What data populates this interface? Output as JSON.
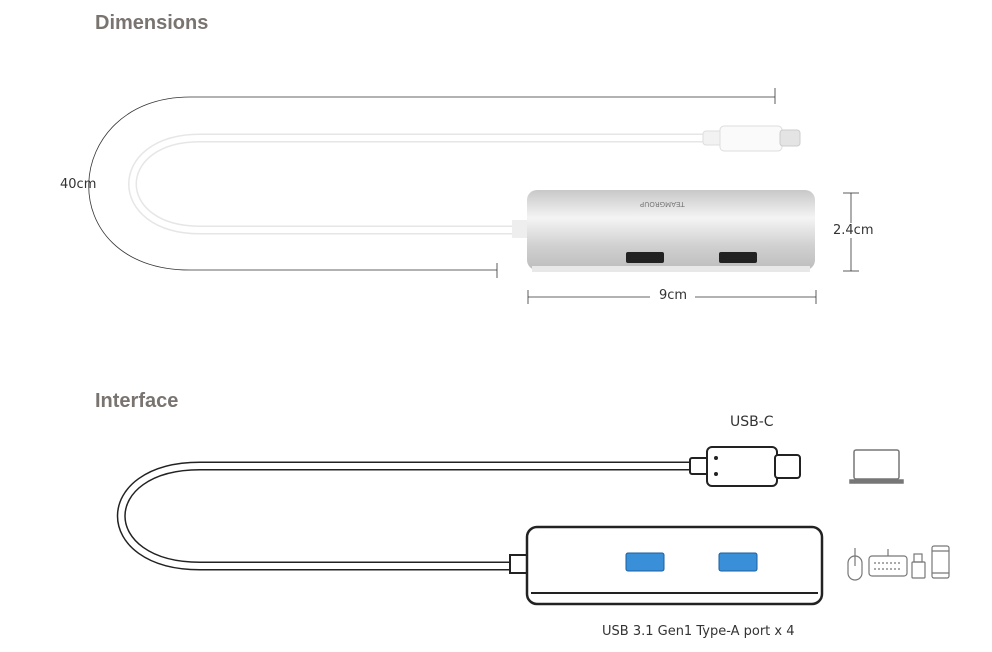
{
  "sections": {
    "dimensions_title": "Dimensions",
    "interface_title": "Interface"
  },
  "dimensions": {
    "cable_length": "40cm",
    "height": "2.4cm",
    "width": "9cm",
    "logo_text": "TEAMGROUP"
  },
  "interface": {
    "usb_c_label": "USB-C",
    "ports_label": "USB 3.1 Gen1 Type-A port x 4"
  },
  "icons": [
    "laptop-icon",
    "mouse-icon",
    "keyboard-icon",
    "usb-drive-icon",
    "smartphone-icon"
  ],
  "colors": {
    "heading": "#7a7470",
    "port_blue": "#3a8fd9",
    "silver": "#d9d9d9"
  }
}
